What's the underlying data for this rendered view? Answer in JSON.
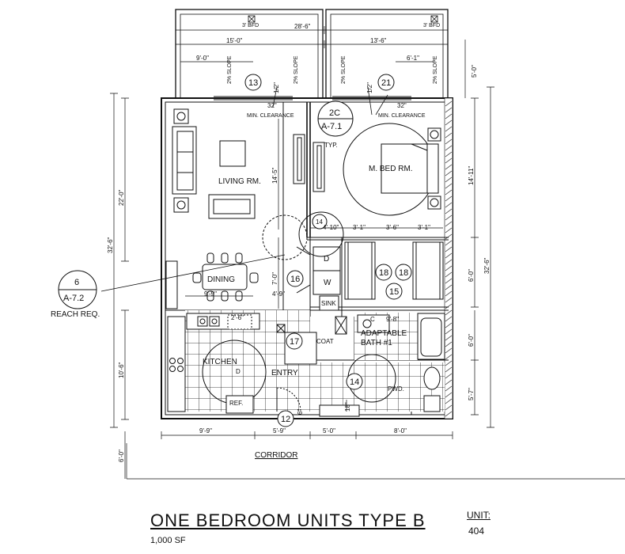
{
  "title": "ONE BEDROOM UNITS TYPE  B",
  "area": "1,000 SF",
  "unit_label": "UNIT:",
  "unit_number": "404",
  "rooms": {
    "living": "LIVING RM.",
    "bedroom": "M. BED RM.",
    "dining": "DINING",
    "kitchen": "KITCHEN",
    "entry": "ENTRY",
    "bath": "ADAPTABLE",
    "bath2": "BATH #1",
    "coat": "COAT",
    "pwd": "PWD.",
    "ref": "REF.",
    "corridor": "CORRIDOR",
    "sink": "SINK",
    "washer": "W",
    "dryer": "D"
  },
  "callouts": {
    "c13": "13",
    "c21": "21",
    "c14a": "14",
    "c14b": "14",
    "c16": "16",
    "c17": "17",
    "c18a": "18",
    "c18b": "18",
    "c15": "15",
    "c12": "12",
    "d2c_num": "2C",
    "d2c_sheet": "A-7.1",
    "d2c_note": "TYP.",
    "d6_num": "6",
    "d6_sheet": "A-7.2",
    "d6_note": "REACH REQ."
  },
  "notes": {
    "bifold_l": "3' BFD",
    "bifold_r": "3' BFD",
    "slope1": "2% SLOPE",
    "slope2": "2% SLOPE",
    "slope3": "2% SLOPE",
    "slope4": "2% SLOPE",
    "clear_l": "MIN. CLEARANCE",
    "clear_r": "MIN. CLEARANCE",
    "c32a": "32\"",
    "c32b": "32\"",
    "half_a": "1/2\"",
    "half_b": "1/2\"",
    "c_mark": "C",
    "d_mark": "D"
  },
  "dims": {
    "top_total": "28'-6\"",
    "top_l": "15'-0\"",
    "top_r": "13'-6\"",
    "balc_l": "9'-0\"",
    "balc_r": "6'-1\"",
    "balc_depth": "5'-0\"",
    "left_22": "22'-0\"",
    "left_32": "32'-6\"",
    "left_10": "10'-6\"",
    "left_6": "6'-0\"",
    "right_14": "14'-11\"",
    "right_6a": "6'-0\"",
    "right_6b": "6'-0\"",
    "right_5": "5'-7\"",
    "right_32": "32'-6\"",
    "mid_14": "14'-5\"",
    "mid_7": "7'-0\"",
    "mid_4": "4'-9\"",
    "d_99": "9'-9\"",
    "d_410": "4'-10\"",
    "d_31a": "3'-1\"",
    "d_36": "3'-6\"",
    "d_31b": "3'-1\"",
    "d_26": "2'-6\"",
    "d_98": "9'-8\"",
    "d_18": "18\"",
    "d_6": "6\"",
    "bot_99": "9'-9\"",
    "bot_59": "5'-9\"",
    "bot_50": "5'-0\"",
    "bot_80": "8'-0\""
  }
}
